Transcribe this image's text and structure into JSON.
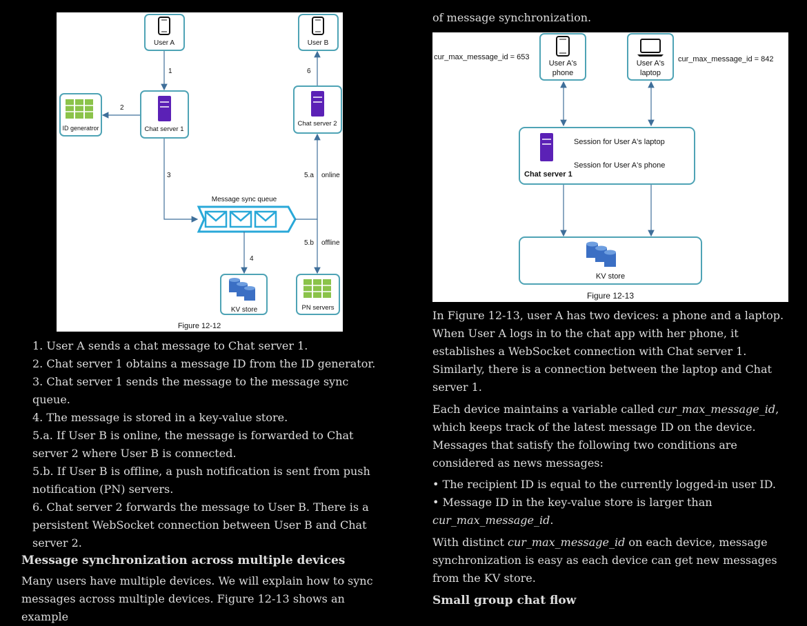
{
  "figure1": {
    "caption": "Figure 12-12",
    "user_a": "User A",
    "user_b": "User B",
    "chat_server_1": "Chat server 1",
    "chat_server_2": "Chat server 2",
    "id_generator": "ID generatror",
    "queue_label": "Message sync queue",
    "kv_store": "KV store",
    "pn_servers": "PN servers",
    "edge_1": "1",
    "edge_2": "2",
    "edge_3": "3",
    "edge_4": "4",
    "edge_5a": "5.a",
    "edge_5a_status": "online",
    "edge_5b": "5.b",
    "edge_5b_status": "offline",
    "edge_6": "6"
  },
  "steps": [
    "1. User A sends a chat message to Chat server 1.",
    "2. Chat server 1 obtains a message ID from the ID generator.",
    "3. Chat server 1 sends the message to the message sync queue.",
    "4. The message is stored in a key-value store.",
    "5.a. If User B is online, the message is forwarded to Chat server 2 where User B is connected.",
    "5.b. If User B is offline, a push notification is sent from push notification (PN) servers.",
    "6. Chat server 2 forwards the message to User B. There is a persistent WebSocket connection between User B and Chat server 2."
  ],
  "section_heading": "Message synchronization across multiple devices",
  "intro_paragraph": "Many users have multiple devices. We will explain how to sync messages across multiple devices. Figure 12-13 shows an example",
  "intro_continuation": "of message synchronization.",
  "figure2": {
    "caption": "Figure 12-13",
    "phone_label_1": "User A's",
    "phone_label_2": "phone",
    "laptop_label_1": "User A's",
    "laptop_label_2": "laptop",
    "phone_cur_max": "cur_max_message_id = 653",
    "laptop_cur_max": "cur_max_message_id = 842",
    "session_laptop": "Session for User A's laptop",
    "session_phone": "Session for User A's phone",
    "chat_server_1": "Chat server 1",
    "kv_store": "KV store"
  },
  "para_figure13": "In Figure 12-13, user A has two devices: a phone and a laptop. When User A logs in to the chat app with her phone, it establishes a WebSocket connection with Chat server 1. Similarly, there is a connection between the laptop and Chat server 1.",
  "para_device": {
    "before": "Each device maintains a variable called ",
    "var": "cur_max_message_id",
    "after": ", which keeps track of the latest message ID on the device. Messages that satisfy the following two conditions are considered as news messages:"
  },
  "bullets": {
    "b1": "The recipient ID is equal to the currently logged-in user ID.",
    "b2_before": "Message ID in the key-value store is larger than",
    "b2_var": "cur_max_message_id",
    "b2_after": "."
  },
  "para_distinct": {
    "before": "With distinct ",
    "var": "cur_max_message_id",
    "after": " on each device, message synchronization is easy as each device can get new messages from the KV store."
  },
  "next_heading": "Small group chat flow",
  "colors": {
    "node_border": "#4ea3b5",
    "server_purple": "#5b21b6",
    "id_green": "#8bc34a",
    "kv_blue": "#3b6fc4",
    "arrow": "#3f6f9a"
  }
}
